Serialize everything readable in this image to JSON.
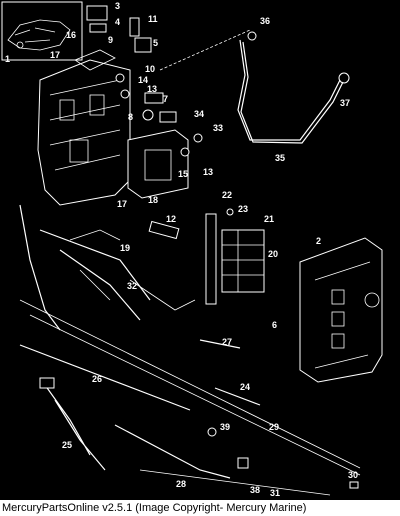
{
  "caption": "MercuryPartsOnline v2.5.1 (Image Copyright- Mercury Marine)",
  "callouts": [
    "1",
    "2",
    "3",
    "4",
    "5",
    "6",
    "7",
    "8",
    "9",
    "10",
    "11",
    "12",
    "13",
    "13",
    "14",
    "15",
    "16",
    "17",
    "17",
    "18",
    "19",
    "20",
    "21",
    "22",
    "23",
    "24",
    "25",
    "26",
    "27",
    "28",
    "29",
    "30",
    "31",
    "32",
    "33",
    "34",
    "35",
    "36",
    "37",
    "38",
    "39"
  ]
}
